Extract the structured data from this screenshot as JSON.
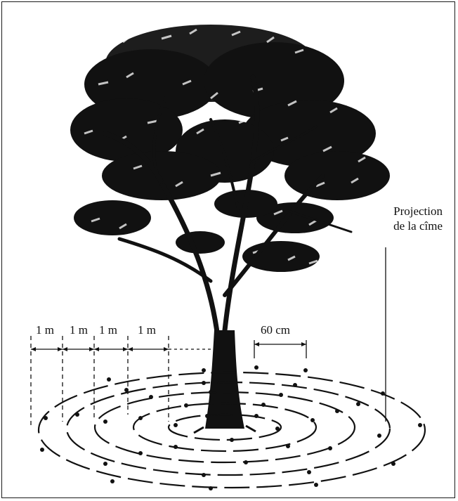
{
  "annotations": {
    "projection_line1": "Projection",
    "projection_line2": "de la cîme",
    "spacing_labels": [
      "1 m",
      "1 m",
      "1 m",
      "1 m"
    ],
    "hole_spacing": "60 cm"
  },
  "colors": {
    "ink": "#111111",
    "background": "#ffffff"
  },
  "illustration": {
    "subject": "tree-with-concentric-rings"
  }
}
